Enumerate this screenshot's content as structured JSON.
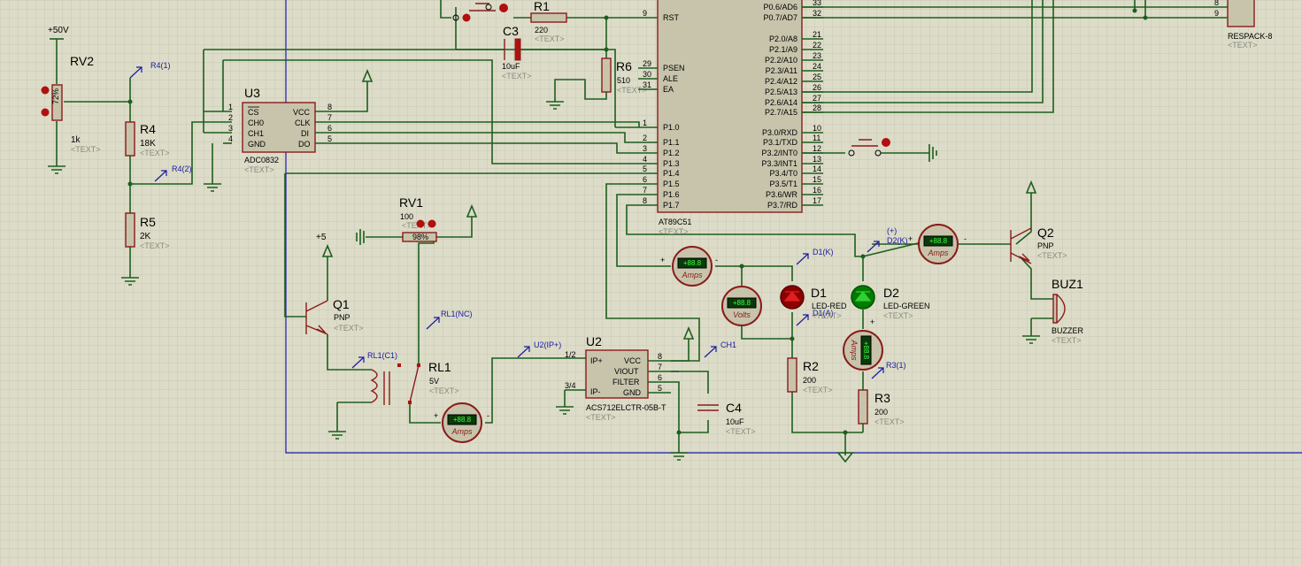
{
  "text_placeholder": "<TEXT>",
  "colors": {
    "wire": "#1d5e1d",
    "component": "#8b1a1a",
    "probe": "#1a1aa0",
    "grid_bg": "#dcdcc8",
    "sheet_border": "#1a1ab0"
  },
  "components": {
    "rv2": {
      "ref": "RV2",
      "value": "1k",
      "supply": "+50V",
      "setting": "72%"
    },
    "r4": {
      "ref": "R4",
      "value": "18K"
    },
    "r5": {
      "ref": "R5",
      "value": "2K"
    },
    "u3": {
      "ref": "U3",
      "part": "ADC0832",
      "left_pins": [
        {
          "num": "1",
          "name": "CS"
        },
        {
          "num": "2",
          "name": "CH0"
        },
        {
          "num": "3",
          "name": "CH1"
        },
        {
          "num": "4",
          "name": "GND"
        }
      ],
      "right_pins": [
        {
          "num": "8",
          "name": "VCC"
        },
        {
          "num": "7",
          "name": "CLK"
        },
        {
          "num": "6",
          "name": "DI"
        },
        {
          "num": "5",
          "name": "DO"
        }
      ]
    },
    "r1": {
      "ref": "R1",
      "value": "220"
    },
    "c3": {
      "ref": "C3",
      "value": "10uF"
    },
    "r6": {
      "ref": "R6",
      "value": "510"
    },
    "mcu": {
      "ref": "AT89C51",
      "left_pins": [
        {
          "num": "9",
          "name": "RST"
        },
        {
          "num": "29",
          "name": "PSEN"
        },
        {
          "num": "30",
          "name": "ALE"
        },
        {
          "num": "31",
          "name": "EA"
        },
        {
          "num": "1",
          "name": "P1.0"
        },
        {
          "num": "2",
          "name": "P1.1"
        },
        {
          "num": "3",
          "name": "P1.2"
        },
        {
          "num": "4",
          "name": "P1.3"
        },
        {
          "num": "5",
          "name": "P1.4"
        },
        {
          "num": "6",
          "name": "P1.5"
        },
        {
          "num": "7",
          "name": "P1.6"
        },
        {
          "num": "8",
          "name": "P1.7"
        }
      ],
      "right_pins": [
        {
          "num": "33",
          "name": "P0.6/AD6"
        },
        {
          "num": "32",
          "name": "P0.7/AD7"
        },
        {
          "num": "21",
          "name": "P2.0/A8"
        },
        {
          "num": "22",
          "name": "P2.1/A9"
        },
        {
          "num": "23",
          "name": "P2.2/A10"
        },
        {
          "num": "24",
          "name": "P2.3/A11"
        },
        {
          "num": "25",
          "name": "P2.4/A12"
        },
        {
          "num": "26",
          "name": "P2.5/A13"
        },
        {
          "num": "27",
          "name": "P2.6/A14"
        },
        {
          "num": "28",
          "name": "P2.7/A15"
        },
        {
          "num": "10",
          "name": "P3.0/RXD"
        },
        {
          "num": "11",
          "name": "P3.1/TXD"
        },
        {
          "num": "12",
          "name": "P3.2/INT0"
        },
        {
          "num": "13",
          "name": "P3.3/INT1"
        },
        {
          "num": "14",
          "name": "P3.4/T0"
        },
        {
          "num": "15",
          "name": "P3.5/T1"
        },
        {
          "num": "16",
          "name": "P3.6/WR"
        },
        {
          "num": "17",
          "name": "P3.7/RD"
        }
      ]
    },
    "respack": {
      "ref": "RESPACK-8",
      "pins": [
        "8",
        "9"
      ]
    },
    "rv1": {
      "ref": "RV1",
      "value": "100",
      "setting": "98%"
    },
    "q1": {
      "ref": "Q1",
      "type": "PNP",
      "supply": "+5"
    },
    "rl1": {
      "ref": "RL1",
      "value": "5V"
    },
    "u2": {
      "ref": "U2",
      "part": "ACS712ELCTR-05B-T",
      "left_pins": [
        {
          "num": "1/2",
          "name": "IP+"
        },
        {
          "num": "3/4",
          "name": "IP-"
        }
      ],
      "right_pins": [
        {
          "num": "8",
          "name": "VCC"
        },
        {
          "num": "7",
          "name": "VIOUT"
        },
        {
          "num": "6",
          "name": "FILTER"
        },
        {
          "num": "5",
          "name": "GND"
        }
      ]
    },
    "c4": {
      "ref": "C4",
      "value": "10uF"
    },
    "d1": {
      "ref": "D1",
      "part": "LED-RED"
    },
    "d2": {
      "ref": "D2",
      "part": "LED-GREEN"
    },
    "r2": {
      "ref": "R2",
      "value": "200"
    },
    "r3": {
      "ref": "R3",
      "value": "200"
    },
    "q2": {
      "ref": "Q2",
      "type": "PNP"
    },
    "buz1": {
      "ref": "BUZ1",
      "part": "BUZZER"
    }
  },
  "meters": {
    "display": "+88.8",
    "amps": "Amps",
    "volts": "Volts",
    "plus": "+",
    "minus": "-"
  },
  "probes": {
    "r4_1": "R4(1)",
    "r4_2": "R4(2)",
    "rl1_nc": "RL1(NC)",
    "rl1_c1": "RL1(C1)",
    "u2_ip": "U2(IP+)",
    "ch1": "CH1",
    "d1_k": "D1(K)",
    "d1_a": "D1(A)",
    "d2_k": "D2(K)",
    "plus_paren": "(+)",
    "r3_1": "R3(1)"
  }
}
